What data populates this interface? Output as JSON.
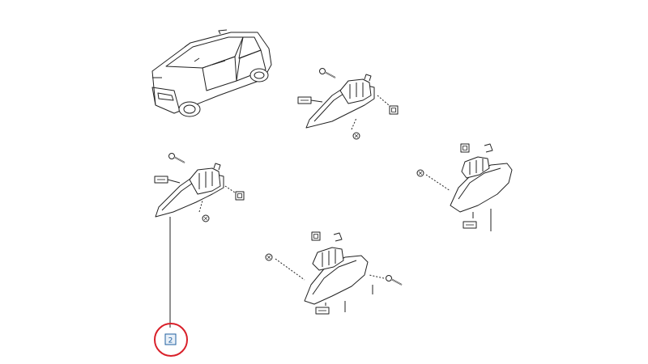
{
  "diagram": {
    "highlighted_callout": "2",
    "highlight_color": "#d9202a",
    "callout_color": "#1f5f9f",
    "line_color": "#222222",
    "parts": [
      {
        "name": "vehicle-overview",
        "icon": "hatchback-car-icon"
      },
      {
        "name": "front-left-door-handle-assembly",
        "icon": "door-handle-icon"
      },
      {
        "name": "rear-left-door-handle-assembly",
        "icon": "door-handle-icon"
      },
      {
        "name": "front-right-door-handle-assembly",
        "icon": "door-handle-icon"
      },
      {
        "name": "rear-right-door-handle-assembly",
        "icon": "door-handle-icon"
      }
    ]
  }
}
